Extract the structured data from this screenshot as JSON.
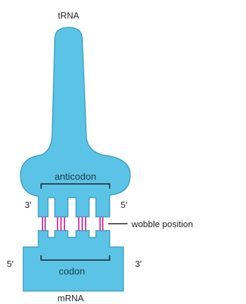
{
  "title": "tRNA",
  "bottom_label": "mRNA",
  "anticodon_label": "anticodon",
  "codon_label": "codon",
  "trna_end_left": "3′",
  "trna_end_right": "5′",
  "mrna_end_left": "5′",
  "mrna_end_right": "3′",
  "wobble_label": "wobble position",
  "colors": {
    "molecule_fill": "#5bc4e6",
    "molecule_outline": "#3d9fc4",
    "base_pair": "#d63aa8",
    "bracket": "#1a1a1a",
    "background": "#ffffff"
  }
}
